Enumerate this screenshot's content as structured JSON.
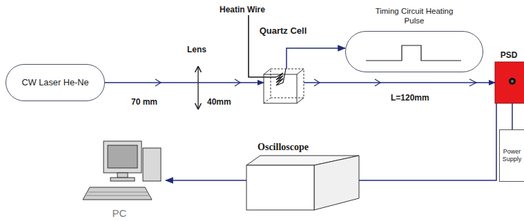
{
  "diagram": {
    "nodes": [
      {
        "text": [
          "CW Laser He-Ne"
        ]
      },
      {
        "text": [
          "Quartz Cell"
        ]
      },
      {
        "text": [
          "Timing Circuit Heating Pulse"
        ]
      },
      {
        "text": [
          "PSD"
        ]
      },
      {
        "text": [
          "Power Supply"
        ]
      },
      {
        "text": [
          "Oscilloscope"
        ]
      },
      {
        "text": [
          "PC"
        ]
      }
    ],
    "edges": [
      {
        "from": 0,
        "to": 1,
        "arrow": "to"
      },
      {
        "from": 1,
        "to": 2,
        "arrow": "to"
      },
      {
        "from": 1,
        "to": 3,
        "arrow": "to"
      },
      {
        "from": 3,
        "to": 4,
        "arrow": "none"
      },
      {
        "from": 3,
        "to": 5,
        "arrow": "none"
      },
      {
        "from": 5,
        "to": 6,
        "arrow": "to"
      }
    ],
    "labels": [
      "Heatin Wire",
      "Lens",
      "70 mm",
      "40mm",
      "L=120mm"
    ]
  }
}
